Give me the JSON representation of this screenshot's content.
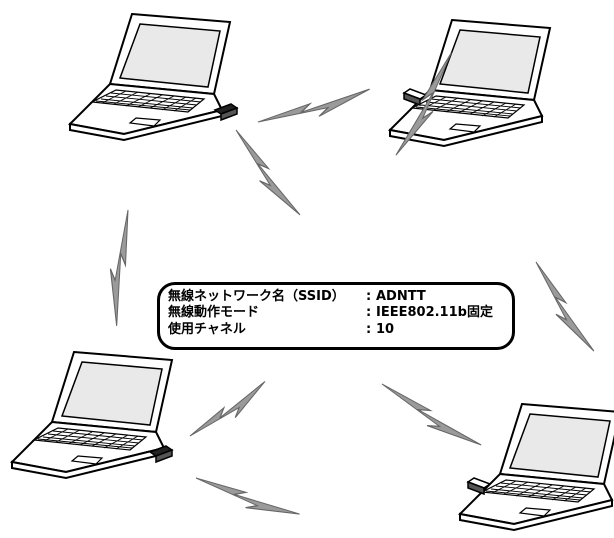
{
  "network_settings": {
    "rows": [
      {
        "label": "無線ネットワーク名（SSID）",
        "separator": ":",
        "value": "ADNTT"
      },
      {
        "label": "無線動作モード",
        "separator": ":",
        "value": "IEEE802.11b固定"
      },
      {
        "label": "使用チャネル",
        "separator": ":",
        "value": "10"
      }
    ]
  },
  "nodes": [
    {
      "id": "laptop-top-left",
      "adapter_side": "right"
    },
    {
      "id": "laptop-top-right",
      "adapter_side": "left"
    },
    {
      "id": "laptop-bottom-left",
      "adapter_side": "right"
    },
    {
      "id": "laptop-bottom-right",
      "adapter_side": "left"
    }
  ],
  "colors": {
    "line": "#000000",
    "bolt": "#9a9a9a",
    "screen": "#e9e9e9",
    "body": "#ffffff"
  }
}
